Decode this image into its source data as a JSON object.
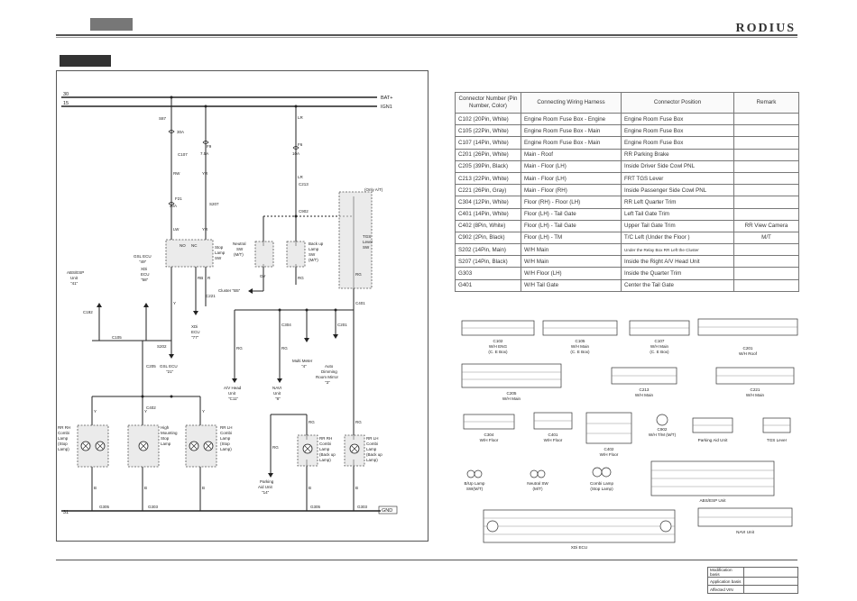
{
  "header": {
    "brand": "RODIUS"
  },
  "connector_table": {
    "headers": [
      "Connector Number (Pin Number, Color)",
      "Connecting Wiring Harness",
      "Connector Position",
      "Remark"
    ],
    "rows": [
      [
        "C102 (20Pin, White)",
        "Engine Room Fuse Box - Engine",
        "Engine Room Fuse Box",
        ""
      ],
      [
        "C105 (22Pin, White)",
        "Engine Room Fuse Box - Main",
        "Engine Room Fuse Box",
        ""
      ],
      [
        "C107 (14Pin, White)",
        "Engine Room Fuse Box - Main",
        "Engine Room Fuse Box",
        ""
      ],
      [
        "C201 (26Pin, White)",
        "Main - Roof",
        "RR Parking Brake",
        ""
      ],
      [
        "C205 (39Pin, Black)",
        "Main - Floor (LH)",
        "Inside Driver Side Cowl PNL",
        ""
      ],
      [
        "C213 (22Pin, White)",
        "Main - Floor (LH)",
        "FRT TGS Lever",
        ""
      ],
      [
        "C221 (26Pin, Gray)",
        "Main - Floor (RH)",
        "Inside Passenger Side Cowl PNL",
        ""
      ],
      [
        "C304 (12Pin, White)",
        "Floor (RH) - Floor (LH)",
        "RR Left Quarter Trim",
        ""
      ],
      [
        "C401 (14Pin, White)",
        "Floor (LH) - Tail Gate",
        "Left Tail Gate Trim",
        ""
      ],
      [
        "C402 (8Pin, White)",
        "Floor (LH) - Tail Gate",
        "Upper Tail Gate Trim",
        "RR View Camera"
      ],
      [
        "C902 (2Pin, Black)",
        "Floor (LH) - TM",
        "T/C Left (Under the Floor )",
        "M/T"
      ],
      [
        "S202 (14Pin, Main)",
        "W/H Main",
        "Under the Relay Box RR Left the Cluster",
        ""
      ],
      [
        "S207 (14Pin, Black)",
        "W/H Main",
        "Inside the Right A/V Head Unit",
        ""
      ],
      [
        "G303",
        "W/H Floor (LH)",
        "Inside the Quarter Trim",
        ""
      ],
      [
        "G401",
        "W/H Tail Gate",
        "Center the Tail Gate",
        ""
      ]
    ]
  },
  "wiring": {
    "rails": {
      "bat_num": "30",
      "bat": "BAT+",
      "ign_num": "15",
      "ign": "IGN1",
      "gnd_num": "31",
      "gnd": "GND"
    },
    "fuses": {
      "s87": "S87",
      "a30": "30A",
      "f9": "F9",
      "a75": "7.5A",
      "f6": "F6",
      "a10": "10A",
      "f21": "F21",
      "a20": "20A",
      "f21b": "20A"
    },
    "wires": {
      "rw": "RW",
      "yr": "YR",
      "lr": "LR",
      "lw": "LW",
      "y": "Y",
      "gy": "GY",
      "rg": "RG",
      "rb": "RB",
      "b": "B",
      "r": "R"
    },
    "conns": {
      "c107": "C107",
      "s207": "S207",
      "c213": "C213",
      "c902": "C902",
      "c221": "C221",
      "c192": "C192",
      "c105": "C105",
      "s202": "S202",
      "c205": "C205",
      "c402": "C402",
      "c304": "C304",
      "c201": "C201",
      "c401": "C401",
      "g305": "G305",
      "g303": "G303",
      "g303b": "G303",
      "n5": "5",
      "n8": "8"
    },
    "components": {
      "stop_sw": [
        "Stop",
        "Lamp",
        "SW"
      ],
      "no": "NO",
      "nc": "NC",
      "neutral": [
        "Neutral",
        "SW",
        "(M/T)"
      ],
      "backup_sw": [
        "Back up",
        "Lamp",
        "SW",
        "(M/T)"
      ],
      "tgs": [
        "TGS",
        "Lever",
        "SW"
      ],
      "only_at": "(Only A/T)",
      "abs": [
        "ABS/ESP",
        "Unit",
        "\"41\""
      ],
      "gsl": [
        "GSL ECU",
        "\"49\"",
        "XDi",
        "ECU",
        "\"58\""
      ],
      "cluster": "Cluster  \"B5\"",
      "xdi": [
        "XDi",
        "ECU",
        "\"77\""
      ],
      "gsl21": [
        "GSL ECU",
        "\"21\""
      ],
      "av": [
        "A/V Head",
        "Unit",
        "\"C11\""
      ],
      "navi": [
        "NAVI",
        "Unit",
        "\"8\""
      ],
      "multimeter": [
        "Multi Meter",
        "\"4\""
      ],
      "mirror": [
        "Auto",
        "Dimming",
        "Room Mirror",
        "\"3\""
      ],
      "parking": [
        "Parking",
        "Aid Unit",
        "\"14\""
      ],
      "rr_rh_stop": [
        "RR RH",
        "Combi",
        "Lamp",
        "(Stop",
        "Lamp)"
      ],
      "hmsl": [
        "High",
        "Mounting",
        "Stop",
        "Lamp"
      ],
      "rr_lh_stop": [
        "RR LH",
        "Combi",
        "Lamp",
        "(Stop",
        "Lamp)"
      ],
      "rr_rh_back": [
        "RR RH",
        "Combi",
        "Lamp",
        "(Back up",
        "Lamp)"
      ],
      "rr_lh_back": [
        "RR LH",
        "Combi",
        "Lamp",
        "(Back up",
        "Lamp)"
      ]
    }
  },
  "pinouts": {
    "labels": {
      "c102": [
        "C102",
        "W/H ENG",
        "(C. E Box)"
      ],
      "c105": [
        "C105",
        "W/H Main",
        "(C. E Box)"
      ],
      "c107": [
        "C107",
        "W/H Main",
        "(C. E Box)"
      ],
      "c201": [
        "C201",
        "W/H Roof"
      ],
      "c205": [
        "C205",
        "W/H Main"
      ],
      "c213": [
        "C213",
        "W/H Main"
      ],
      "c221": [
        "C221",
        "W/H Main"
      ],
      "c304": [
        "C304",
        "W/H Floor"
      ],
      "c401": [
        "C401",
        "W/H Floor"
      ],
      "c402": [
        "C402",
        "W/H Floor"
      ],
      "c902": [
        "C902",
        "W/H T/M (M/T)"
      ],
      "parking": "Parking Aid Unit",
      "tgs": "TGS Lever",
      "bup": [
        "B/Up Lamp",
        "SW(M/T)"
      ],
      "neutral": [
        "Neutral SW",
        "(M/T)"
      ],
      "combi": [
        "Combi Lamp",
        "(Stop Lamp)"
      ],
      "abs": "ABS/ESP Unit",
      "navi": "NAVI Unit",
      "xdi": "XDi ECU"
    }
  },
  "mod_table": {
    "rows": [
      "Modification basis",
      "Application basis",
      "Affected VIN"
    ]
  }
}
